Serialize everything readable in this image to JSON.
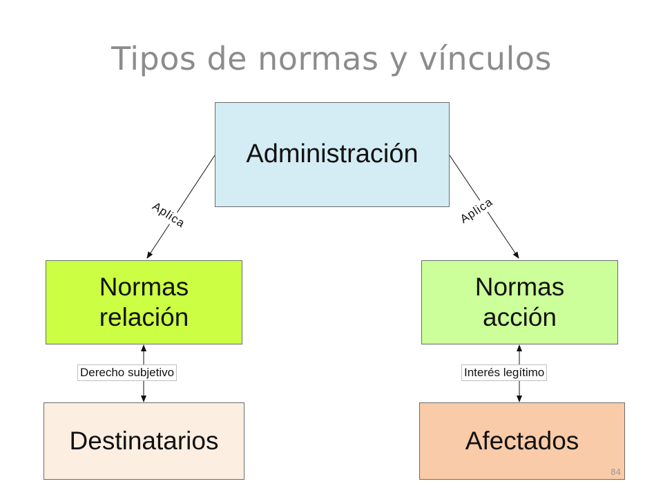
{
  "slide": {
    "title": "Tipos de normas y vínculos",
    "page_number": "84"
  },
  "nodes": {
    "administracion": {
      "label": "Administración",
      "fill": "#d4ecf3"
    },
    "normas_relacion": {
      "label": "Normas\nrelación",
      "fill": "#ccff44"
    },
    "normas_accion": {
      "label": "Normas\nacción",
      "fill": "#ccff99"
    },
    "destinatarios": {
      "label": "Destinatarios",
      "fill": "#fdeee2"
    },
    "afectados": {
      "label": "Afectados",
      "fill": "#f9cba8"
    }
  },
  "edges": {
    "aplica_left": "Aplica",
    "aplica_right": "Aplica",
    "derecho_subjetivo": "Derecho subjetivo",
    "interes_legitimo": "Interés legítimo"
  }
}
